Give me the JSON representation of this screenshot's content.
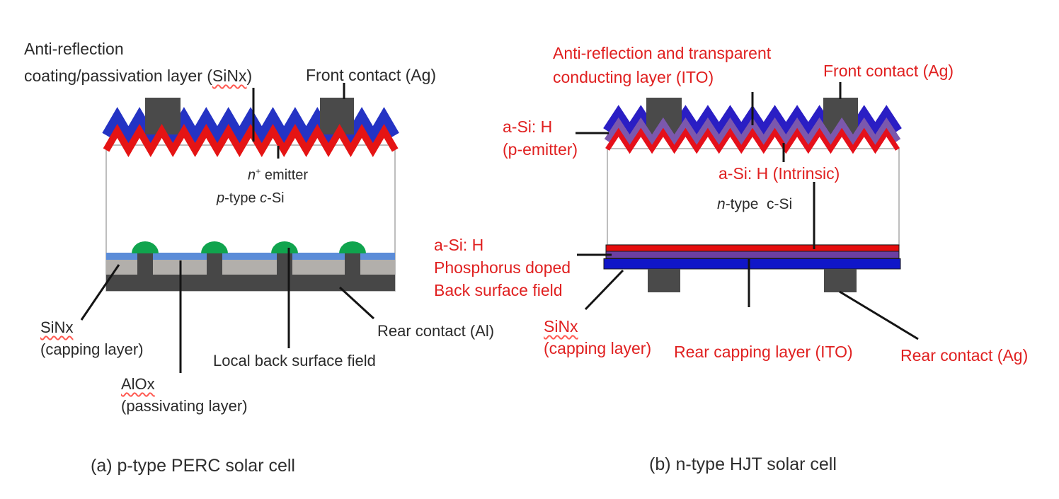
{
  "colors": {
    "ink": "#2b2b2b",
    "red_text": "#e02020",
    "perc_blue_zigzag": "#2433c4",
    "perc_red_zigzag": "#e51414",
    "contact_gray": "#4a4a4a",
    "green_bsf": "#10a44e",
    "alox_blue": "#5b8cd8",
    "sinx_gray": "#b2afab",
    "al_dark": "#474747",
    "hjt_blue_zigzag": "#2a1ec4",
    "hjt_purple_zigzag": "#7b58ad",
    "hjt_red_zigzag": "#e5101a",
    "hjt_bsf_red": "#e60d0d",
    "hjt_bsf_purple": "#6b3fa2",
    "hjt_rear_ito_blue": "#1016c8",
    "box_border": "#a8a8a8",
    "leader_line": "#141414"
  },
  "perc": {
    "labels": {
      "arc_line1": "Anti-reflection",
      "arc_line2_prefix": "coating/passivation layer (",
      "arc_wavy": "SiNx",
      "arc_suffix": ")",
      "front_contact": "Front contact (Ag)",
      "emitter_n": "n",
      "emitter_sup": "+",
      "emitter_rest": " emitter",
      "bulk_p": "p",
      "bulk_mid": "-type ",
      "bulk_c": "c",
      "bulk_end": "-Si",
      "sinx": "SiNx",
      "sinx_sub": "(capping layer)",
      "alox": "AlOx",
      "alox_sub": "(passivating layer)",
      "local_bsf": "Local back surface field",
      "rear_contact": "Rear contact (Al)",
      "caption": "(a) p-type PERC solar cell"
    }
  },
  "hjt": {
    "labels": {
      "ito_line1": "Anti-reflection and transparent",
      "ito_line2": "conducting layer (ITO)",
      "front_contact": "Front contact (Ag)",
      "p_emitter_line1": "a-Si: H",
      "p_emitter_line2": "(p-emitter)",
      "intrinsic": "a-Si: H (Intrinsic)",
      "bulk_n": "n",
      "bulk_rest": "-type  c-Si",
      "bsf_line1": "a-Si: H",
      "bsf_line2": "Phosphorus doped",
      "bsf_line3": "Back surface field",
      "sinx": "SiNx",
      "sinx_sub": "(capping layer)",
      "rear_capping": "Rear capping layer (ITO)",
      "rear_contact": "Rear contact (Ag)",
      "caption": "(b) n-type HJT solar cell"
    }
  }
}
